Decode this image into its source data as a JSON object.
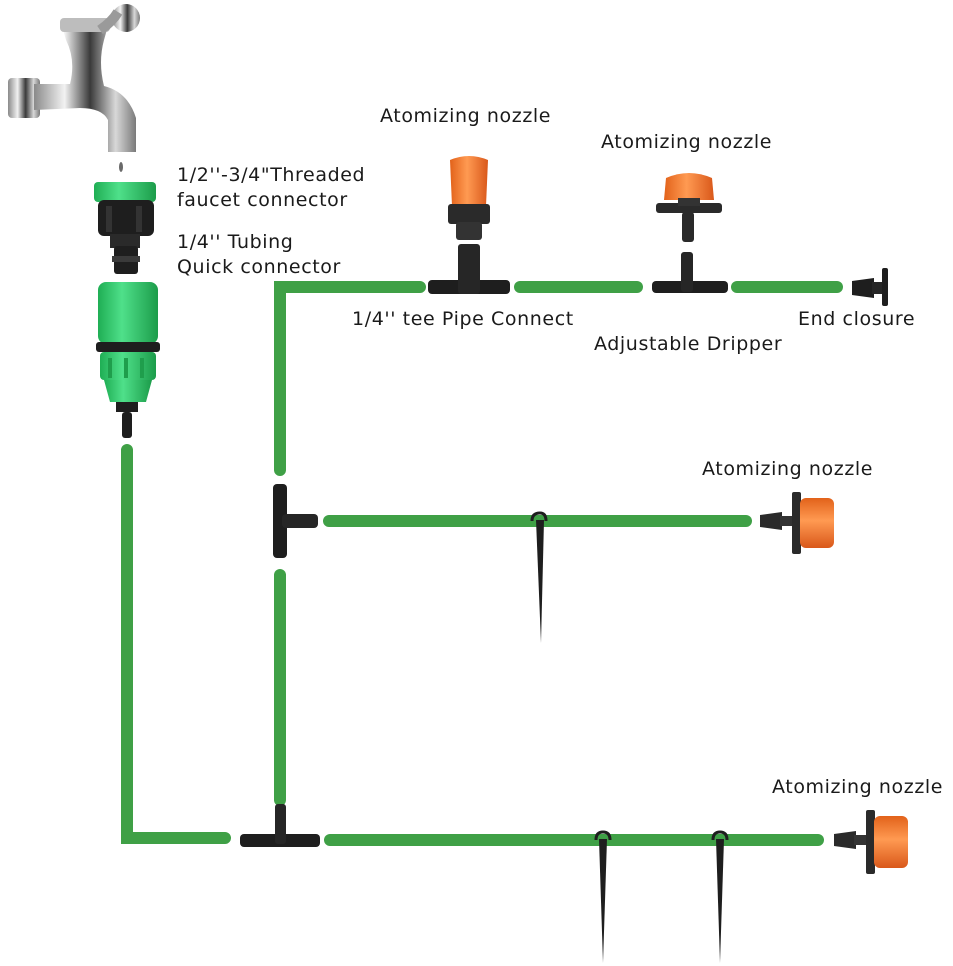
{
  "title": "Micro drip irrigation kit assembly diagram",
  "colors": {
    "tubing": "#3fa046",
    "tubing_highlight": "#52b85a",
    "connector_green": "#32c86a",
    "fitting_black": "#222222",
    "nozzle_orange": "#f07a2c",
    "chrome": "#c8c8c8",
    "text": "#1a1a1a"
  },
  "labels": {
    "faucet_connector_line1": "1/2''-3/4\"Threaded",
    "faucet_connector_line2": "faucet connector",
    "quick_connector_line1": "1/4'' Tubing",
    "quick_connector_line2": "Quick connector",
    "nozzle_top_1": "Atomizing nozzle",
    "nozzle_top_2": "Atomizing nozzle",
    "tee_pipe": "1/4'' tee Pipe Connect",
    "adjustable_dripper": "Adjustable Dripper",
    "end_closure": "End closure",
    "nozzle_middle": "Atomizing nozzle",
    "nozzle_bottom": "Atomizing nozzle"
  },
  "components": [
    {
      "name": "faucet",
      "icon": "faucet-icon"
    },
    {
      "name": "threaded-faucet-connector",
      "icon": "threaded-connector-icon"
    },
    {
      "name": "quick-connector",
      "icon": "quick-connector-icon"
    },
    {
      "name": "tee-connector",
      "icon": "tee-icon",
      "count": 4
    },
    {
      "name": "atomizing-nozzle",
      "icon": "nozzle-icon",
      "count": 4
    },
    {
      "name": "end-closure",
      "icon": "end-plug-icon"
    },
    {
      "name": "ground-stake",
      "icon": "stake-icon",
      "count": 3
    }
  ]
}
